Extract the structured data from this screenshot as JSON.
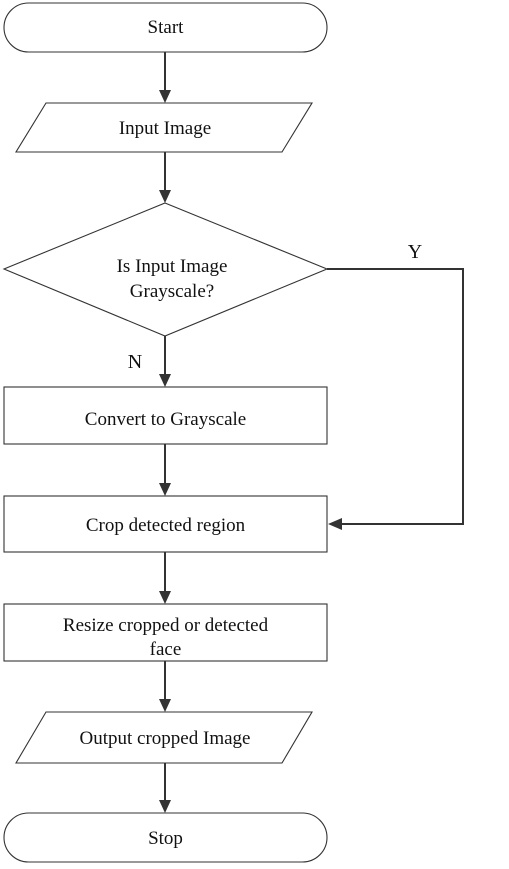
{
  "flowchart": {
    "nodes": {
      "start": {
        "text": "Start"
      },
      "input_image": {
        "text": "Input Image"
      },
      "decision": {
        "line1": "Is Input Image",
        "line2": "Grayscale?"
      },
      "convert": {
        "text": "Convert to Grayscale"
      },
      "crop": {
        "text": "Crop detected region"
      },
      "resize": {
        "line1": "Resize cropped or detected",
        "line2": "face"
      },
      "output": {
        "text": "Output cropped Image"
      },
      "stop": {
        "text": "Stop"
      }
    },
    "branches": {
      "yes": "Y",
      "no": "N"
    }
  }
}
